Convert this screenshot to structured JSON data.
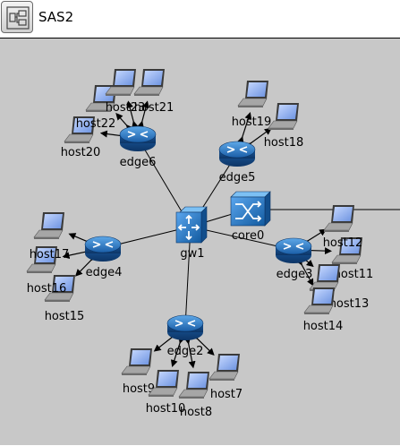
{
  "window": {
    "title": "SAS2",
    "module_icon": "module-icon"
  },
  "nodes": [
    {
      "id": "gw1",
      "label": "gw1",
      "type": "switch"
    },
    {
      "id": "core0",
      "label": "core0",
      "type": "crossbar"
    },
    {
      "id": "edge2",
      "label": "edge2",
      "type": "router"
    },
    {
      "id": "edge3",
      "label": "edge3",
      "type": "router"
    },
    {
      "id": "edge4",
      "label": "edge4",
      "type": "router"
    },
    {
      "id": "edge5",
      "label": "edge5",
      "type": "router"
    },
    {
      "id": "edge6",
      "label": "edge6",
      "type": "router"
    },
    {
      "id": "host7",
      "label": "host7",
      "type": "laptop"
    },
    {
      "id": "host8",
      "label": "host8",
      "type": "laptop"
    },
    {
      "id": "host9",
      "label": "host9",
      "type": "laptop"
    },
    {
      "id": "host10",
      "label": "host10",
      "type": "laptop"
    },
    {
      "id": "host11",
      "label": "host11",
      "type": "laptop"
    },
    {
      "id": "host12",
      "label": "host12",
      "type": "laptop"
    },
    {
      "id": "host13",
      "label": "host13",
      "type": "laptop"
    },
    {
      "id": "host14",
      "label": "host14",
      "type": "laptop"
    },
    {
      "id": "host15",
      "label": "host15",
      "type": "laptop"
    },
    {
      "id": "host16",
      "label": "host16",
      "type": "laptop"
    },
    {
      "id": "host17",
      "label": "host17",
      "type": "laptop"
    },
    {
      "id": "host18",
      "label": "host18",
      "type": "laptop"
    },
    {
      "id": "host19",
      "label": "host19",
      "type": "laptop"
    },
    {
      "id": "host20",
      "label": "host20",
      "type": "laptop"
    },
    {
      "id": "host21",
      "label": "host21",
      "type": "laptop"
    },
    {
      "id": "host22",
      "label": "host22",
      "type": "laptop"
    },
    {
      "id": "host23",
      "label": "host23",
      "type": "laptop"
    }
  ],
  "links": [
    [
      "gw1",
      "edge2"
    ],
    [
      "gw1",
      "edge3"
    ],
    [
      "gw1",
      "edge4"
    ],
    [
      "gw1",
      "edge5"
    ],
    [
      "gw1",
      "edge6"
    ],
    [
      "gw1",
      "core0"
    ],
    [
      "edge2",
      "host7"
    ],
    [
      "edge2",
      "host8"
    ],
    [
      "edge2",
      "host9"
    ],
    [
      "edge2",
      "host10"
    ],
    [
      "edge3",
      "host11"
    ],
    [
      "edge3",
      "host12"
    ],
    [
      "edge3",
      "host13"
    ],
    [
      "edge3",
      "host14"
    ],
    [
      "edge4",
      "host15"
    ],
    [
      "edge4",
      "host16"
    ],
    [
      "edge4",
      "host17"
    ],
    [
      "edge5",
      "host18"
    ],
    [
      "edge5",
      "host19"
    ],
    [
      "edge6",
      "host20"
    ],
    [
      "edge6",
      "host21"
    ],
    [
      "edge6",
      "host22"
    ],
    [
      "edge6",
      "host23"
    ]
  ],
  "wireless_links": [
    [
      "edge2",
      "host7"
    ],
    [
      "edge2",
      "host8"
    ],
    [
      "edge2",
      "host9"
    ],
    [
      "edge2",
      "host10"
    ],
    [
      "edge3",
      "host11"
    ],
    [
      "edge3",
      "host12"
    ],
    [
      "edge3",
      "host13"
    ],
    [
      "edge3",
      "host14"
    ],
    [
      "edge4",
      "host15"
    ],
    [
      "edge4",
      "host16"
    ],
    [
      "edge4",
      "host17"
    ],
    [
      "edge5",
      "host18"
    ],
    [
      "edge5",
      "host19"
    ],
    [
      "edge6",
      "host20"
    ],
    [
      "edge6",
      "host21"
    ],
    [
      "edge6",
      "host22"
    ],
    [
      "edge6",
      "host23"
    ]
  ],
  "external_link": "core0",
  "colors": {
    "canvas": "#c8c8c8",
    "router": "#1f6fb8",
    "switch": "#2f7fcf",
    "laptop_screen": "#8fb0f0"
  }
}
